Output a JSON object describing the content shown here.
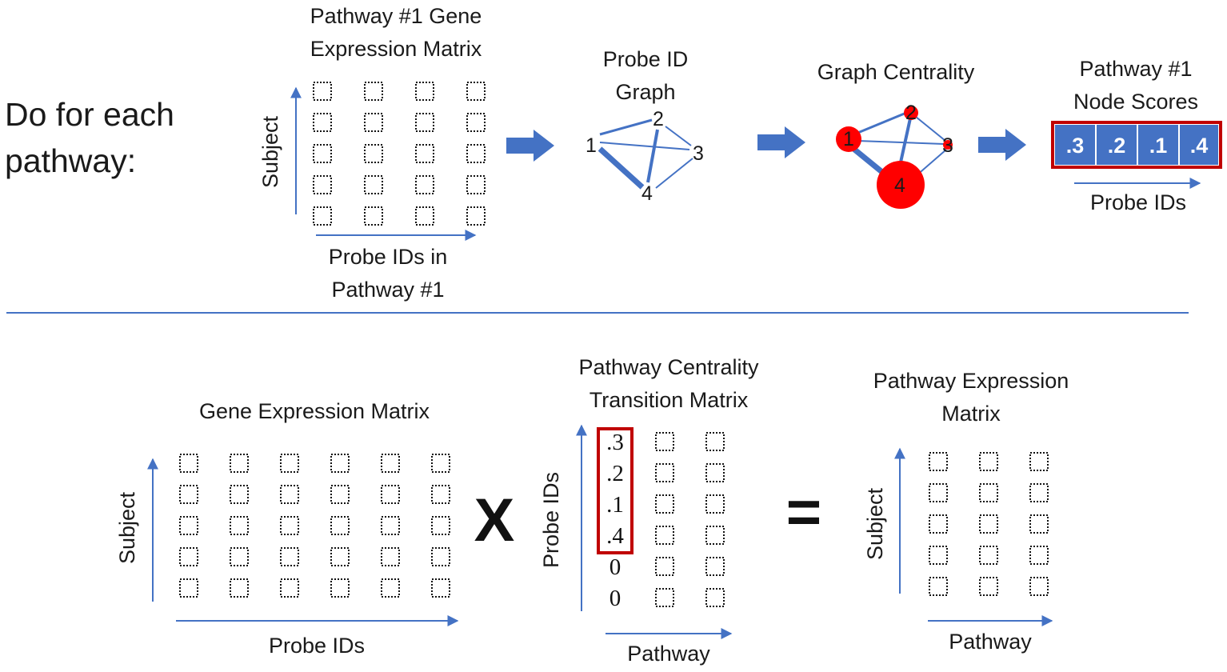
{
  "colors": {
    "accent_blue": "#4472c4",
    "highlight_red": "#c00000",
    "node_red": "#ff0000",
    "text": "#1a1a1a"
  },
  "top": {
    "intro": [
      "Do for each",
      "pathway:"
    ],
    "expression_matrix": {
      "title": [
        "Pathway #1 Gene",
        "Expression Matrix"
      ],
      "ylabel": "Subject",
      "xlabel": [
        "Probe IDs in",
        "Pathway #1"
      ],
      "rows": 5,
      "cols": 4
    },
    "probe_graph": {
      "title": [
        "Probe ID",
        "Graph"
      ],
      "nodes": [
        "1",
        "2",
        "3",
        "4"
      ]
    },
    "centrality": {
      "title": "Graph Centrality",
      "nodes": [
        "1",
        "2",
        "3",
        "4"
      ]
    },
    "node_scores": {
      "title": [
        "Pathway #1",
        "Node Scores"
      ],
      "scores": [
        ".3",
        ".2",
        ".1",
        ".4"
      ],
      "xlabel": "Probe IDs"
    }
  },
  "bottom": {
    "gene_matrix": {
      "title": "Gene Expression Matrix",
      "ylabel": "Subject",
      "xlabel": "Probe IDs",
      "rows": 5,
      "cols": 6
    },
    "times_symbol": "X",
    "transition_matrix": {
      "title": [
        "Pathway Centrality",
        "Transition Matrix"
      ],
      "ylabel": "Probe IDs",
      "xlabel": "Pathway",
      "first_column": [
        ".3",
        ".2",
        ".1",
        ".4",
        "0",
        "0"
      ],
      "rows": 6,
      "extra_cols": 2
    },
    "equals_symbol": "=",
    "pathway_matrix": {
      "title": [
        "Pathway Expression",
        "Matrix"
      ],
      "ylabel": "Subject",
      "xlabel": "Pathway",
      "rows": 5,
      "cols": 3
    }
  }
}
